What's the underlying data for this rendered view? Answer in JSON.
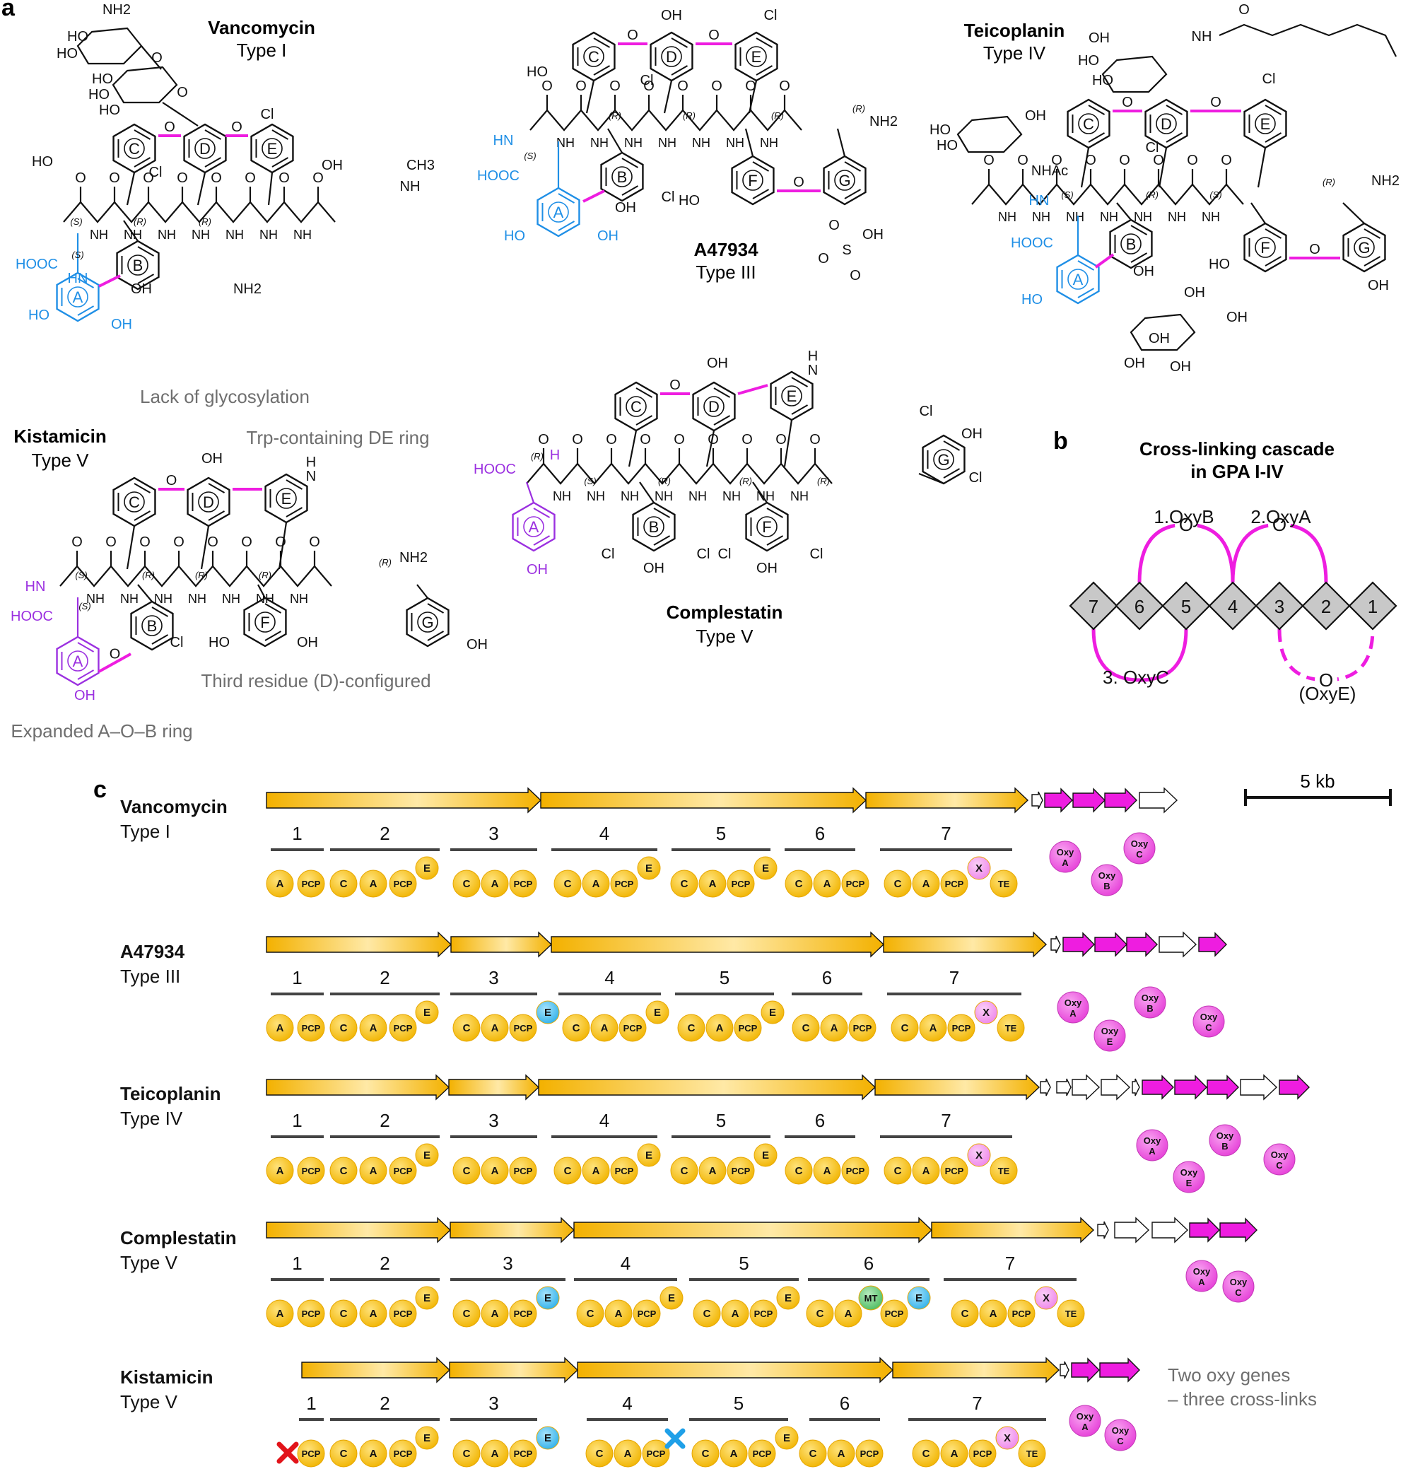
{
  "panel_labels": {
    "a": "a",
    "b": "b",
    "c": "c"
  },
  "panel_a": {
    "compounds": [
      {
        "name": "Vancomycin",
        "type": "Type I"
      },
      {
        "name": "A47934",
        "type": "Type III"
      },
      {
        "name": "Teicoplanin",
        "type": "Type IV"
      },
      {
        "name": "Kistamicin",
        "type": "Type V"
      },
      {
        "name": "Complestatin",
        "type": "Type V"
      }
    ],
    "annotations": {
      "glyco": "Lack of glycosylation",
      "trp": "Trp-containing DE ring",
      "third": "Third residue (D)-configured",
      "expanded": "Expanded A–O–B ring"
    },
    "ring_letters": [
      "A",
      "B",
      "C",
      "D",
      "E",
      "F",
      "G"
    ],
    "groups": {
      "nh2": "NH2",
      "oh": "OH",
      "ho": "HO",
      "cl": "Cl",
      "hooc": "HOOC",
      "hn": "HN",
      "nh": "NH",
      "ch3": "CH3",
      "nhac": "NHAc",
      "o": "O",
      "s": "S",
      "h": "H",
      "n": "N",
      "stereo_s": "(S)",
      "stereo_r": "(R)"
    }
  },
  "panel_b": {
    "title_line1": "Cross-linking cascade",
    "title_line2": "in GPA I-IV",
    "residues": [
      "7",
      "6",
      "5",
      "4",
      "3",
      "2",
      "1"
    ],
    "links": [
      {
        "label": "1.OxyB",
        "atom": "O"
      },
      {
        "label": "2.OxyA",
        "atom": "O"
      },
      {
        "label": "3. OxyC"
      },
      {
        "label": "(OxyE)",
        "atom": "O"
      }
    ]
  },
  "panel_c": {
    "scale_label": "5 kb",
    "note_line1": "Two oxy genes",
    "note_line2": "– three cross-links",
    "rows": [
      {
        "name": "Vancomycin",
        "type": "Type I",
        "modules": [
          "1",
          "2",
          "3",
          "4",
          "5",
          "6",
          "7"
        ],
        "oxy": [
          "A",
          "B",
          "C"
        ]
      },
      {
        "name": "A47934",
        "type": "Type III",
        "modules": [
          "1",
          "2",
          "3",
          "4",
          "5",
          "6",
          "7"
        ],
        "oxy": [
          "A",
          "E",
          "B",
          "C"
        ]
      },
      {
        "name": "Teicoplanin",
        "type": "Type IV",
        "modules": [
          "1",
          "2",
          "3",
          "4",
          "5",
          "6",
          "7"
        ],
        "oxy": [
          "A",
          "E",
          "B",
          "C"
        ]
      },
      {
        "name": "Complestatin",
        "type": "Type V",
        "modules": [
          "1",
          "2",
          "3",
          "4",
          "5",
          "6",
          "7"
        ],
        "oxy": [
          "A",
          "C"
        ]
      },
      {
        "name": "Kistamicin",
        "type": "Type V",
        "modules": [
          "1",
          "2",
          "3",
          "4",
          "5",
          "6",
          "7"
        ],
        "oxy": [
          "A",
          "C"
        ]
      }
    ],
    "domain_labels": {
      "A": "A",
      "C": "C",
      "PCP": "PCP",
      "E": "E",
      "X": "X",
      "TE": "TE",
      "MT": "MT",
      "Oxy": "Oxy"
    }
  },
  "colors": {
    "gold": "#f5b800",
    "gold_light": "#fff3c0",
    "magenta": "#ee1de0",
    "oxy_pink": "#f05ae0",
    "e_blue": "#4dc0f0",
    "mt_green": "#6ccf7c",
    "x_pink": "#f08ef0",
    "aryl_blue": "#1f8fe6",
    "aryl_purple": "#9b30e0",
    "grey_text": "#6f6f6f",
    "red_cross": "#e2141a",
    "blue_cross": "#1fa0e8"
  }
}
